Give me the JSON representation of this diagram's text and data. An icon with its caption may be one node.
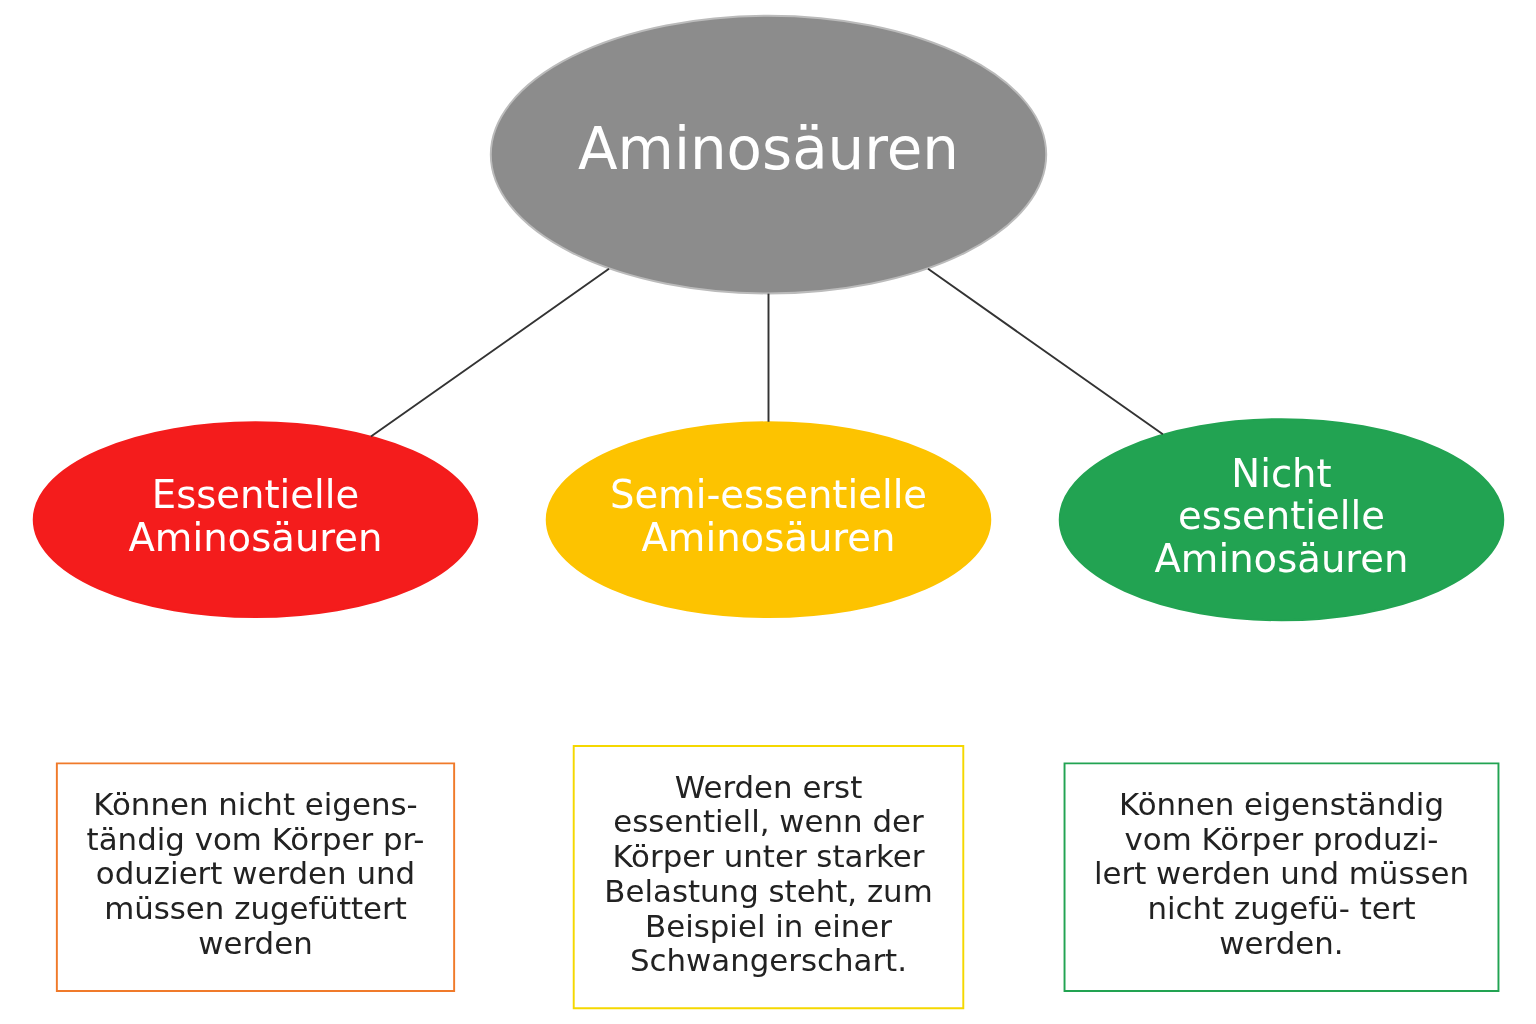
{
  "diagram": {
    "nodes": [
      {
        "text": [
          "Aminosäuren"
        ]
      },
      {
        "text": [
          "Essentielle Aminosäuren"
        ]
      },
      {
        "text": [
          "Semi-essentielle Aminosäuren"
        ]
      },
      {
        "text": [
          "Nicht essentielle Aminosäuren"
        ]
      },
      {
        "text": [
          "Können nicht eigens- tändig vom Körper pr- oduziert werden und müssen zugefüttert werden"
        ]
      },
      {
        "text": [
          "Werden erst essentiell, wenn der Körper unter starker Belastung steht, zum Beispiel in einer Schwangerschart."
        ]
      },
      {
        "text": [
          "Können eigenständig vom Körper produzi- lert werden und müssen nicht zugefü- tert werden."
        ]
      }
    ],
    "edges": [
      {
        "from": 0,
        "to": 1,
        "arrow": "none"
      },
      {
        "from": 0,
        "to": 2,
        "arrow": "none"
      },
      {
        "from": 0,
        "to": 3,
        "arrow": "none"
      }
    ]
  }
}
